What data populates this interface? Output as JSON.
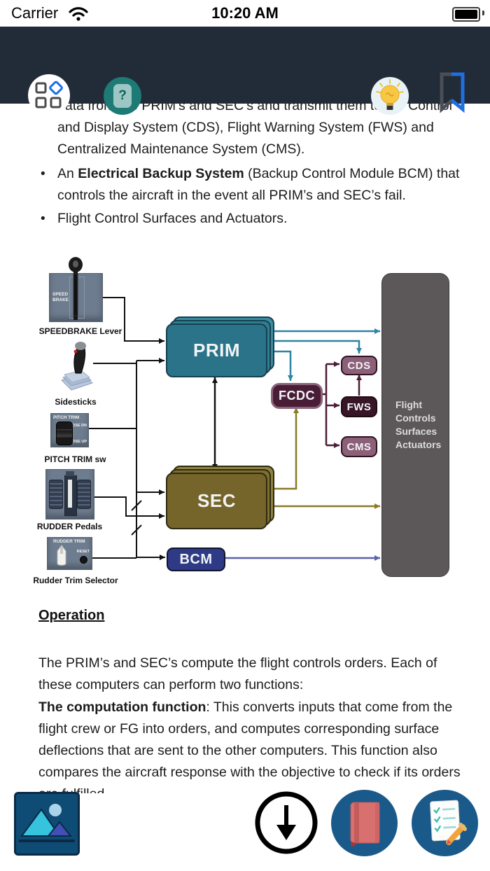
{
  "status_bar": {
    "carrier": "Carrier",
    "time": "10:20 AM",
    "icons": [
      "wifi-icon",
      "battery-icon"
    ]
  },
  "toolbar": {
    "icons": [
      "apps-grid-icon",
      "question-icon",
      "lightbulb-icon",
      "bookmark-icon"
    ]
  },
  "document": {
    "p1_lines": [
      "data from the PRIM’s and SEC’s and transmit them to the Control",
      "and Display System (CDS), Flight Warning System (FWS) and",
      "Centralized Maintenance System (CMS)."
    ],
    "bullet1": {
      "pre": "An ",
      "bold": "Electrical Backup System",
      "post": " (Backup Control Module BCM) that",
      "line2": "controls the aircraft in the event all PRIM’s and SEC’s fail."
    },
    "bullet2": "Flight Control Surfaces and Actuators.",
    "heading": "Operation",
    "p2_lines": [
      "The PRIM’s and SEC’s compute the flight controls orders. Each of",
      "these computers can perform two functions:"
    ],
    "p3": {
      "bold": "The computation function",
      "rest_line1": ": This converts inputs that come from the",
      "lines": [
        "flight crew or FG into orders, and computes corresponding surface",
        "deflections that are sent to the other computers. This function also",
        "compares the aircraft response with the objective to check if its orders",
        "are fulfilled."
      ]
    }
  },
  "diagram": {
    "controls": [
      {
        "label": "SPEEDBRAKE Lever",
        "panel_line1": "SPEED",
        "panel_line2": "BRAKE"
      },
      {
        "label": "Sidesticks"
      },
      {
        "label": "PITCH TRIM sw",
        "panel_title": "PITCH TRIM",
        "mark_top": "NOSE DN",
        "mark_bottom": "NOSE UP"
      },
      {
        "label": "RUDDER Pedals"
      },
      {
        "label": "Rudder Trim Selector",
        "panel_title": "RUDDER TRIM",
        "reset_label": "RESET"
      }
    ],
    "computers": {
      "prim": "PRIM",
      "sec": "SEC",
      "bcm": "BCM"
    },
    "avionics": {
      "fcdc": "FCDC",
      "cds": "CDS",
      "fws": "FWS",
      "cms": "CMS"
    },
    "output_lines": [
      "Flight",
      "Controls",
      "Surfaces",
      "Actuators"
    ],
    "colors": {
      "prim": "#2a7389",
      "sec": "#75652a",
      "bcm": "#2e3a85",
      "fcdc": "#4a1d36",
      "cds_cms": "#8c6078",
      "fws": "#381628",
      "flight_box": "#5c585a",
      "wire_teal": "#2e85a0",
      "wire_olive": "#8a7a28",
      "wire_indigo": "#5b63a8",
      "wire_maroon": "#4a1d36",
      "wire_black": "#111111"
    }
  },
  "bottom_bar": {
    "icons": [
      "gallery-image-icon",
      "download-arrow-icon",
      "notebook-icon",
      "notes-checklist-icon"
    ]
  }
}
